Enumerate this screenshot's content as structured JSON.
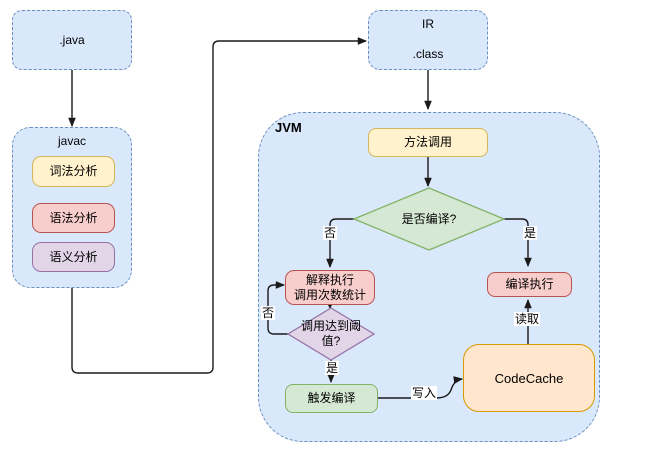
{
  "nodes": {
    "java_file": {
      "label": ".java"
    },
    "javac_group": {
      "label": "javac"
    },
    "lexical_analysis": {
      "label": "词法分析"
    },
    "syntax_analysis": {
      "label": "语法分析"
    },
    "semantic_analysis": {
      "label": "语义分析"
    },
    "ir_class": {
      "title": "IR",
      "label": ".class"
    },
    "jvm_group": {
      "label": "JVM"
    },
    "method_call": {
      "label": "方法调用"
    },
    "compile_decision": {
      "label": "是否编译?"
    },
    "interpret_exec": {
      "line1": "解释执行",
      "line2": "调用次数统计"
    },
    "threshold_decision": {
      "line1": "调用达到阈",
      "line2": "值?"
    },
    "trigger_compile": {
      "label": "触发编译"
    },
    "code_cache": {
      "label": "CodeCache"
    },
    "compile_exec": {
      "label": "编译执行"
    }
  },
  "edges": {
    "compile_no": "否",
    "compile_yes": "是",
    "threshold_no": "否",
    "threshold_yes": "是",
    "write": "写入",
    "read": "读取"
  },
  "colors": {
    "container_fill": "#dae8fc",
    "container_border": "#6c8ebf",
    "yellow_fill": "#fff2cc",
    "yellow_border": "#d6b656",
    "red_fill": "#f8cecc",
    "red_border": "#b85450",
    "purple_fill": "#e1d5e7",
    "purple_border": "#9673a6",
    "green_fill": "#d5e8d4",
    "green_border": "#82b366",
    "orange_fill": "#ffe6cc",
    "orange_border": "#d79b00",
    "line": "#1a1a1a"
  }
}
